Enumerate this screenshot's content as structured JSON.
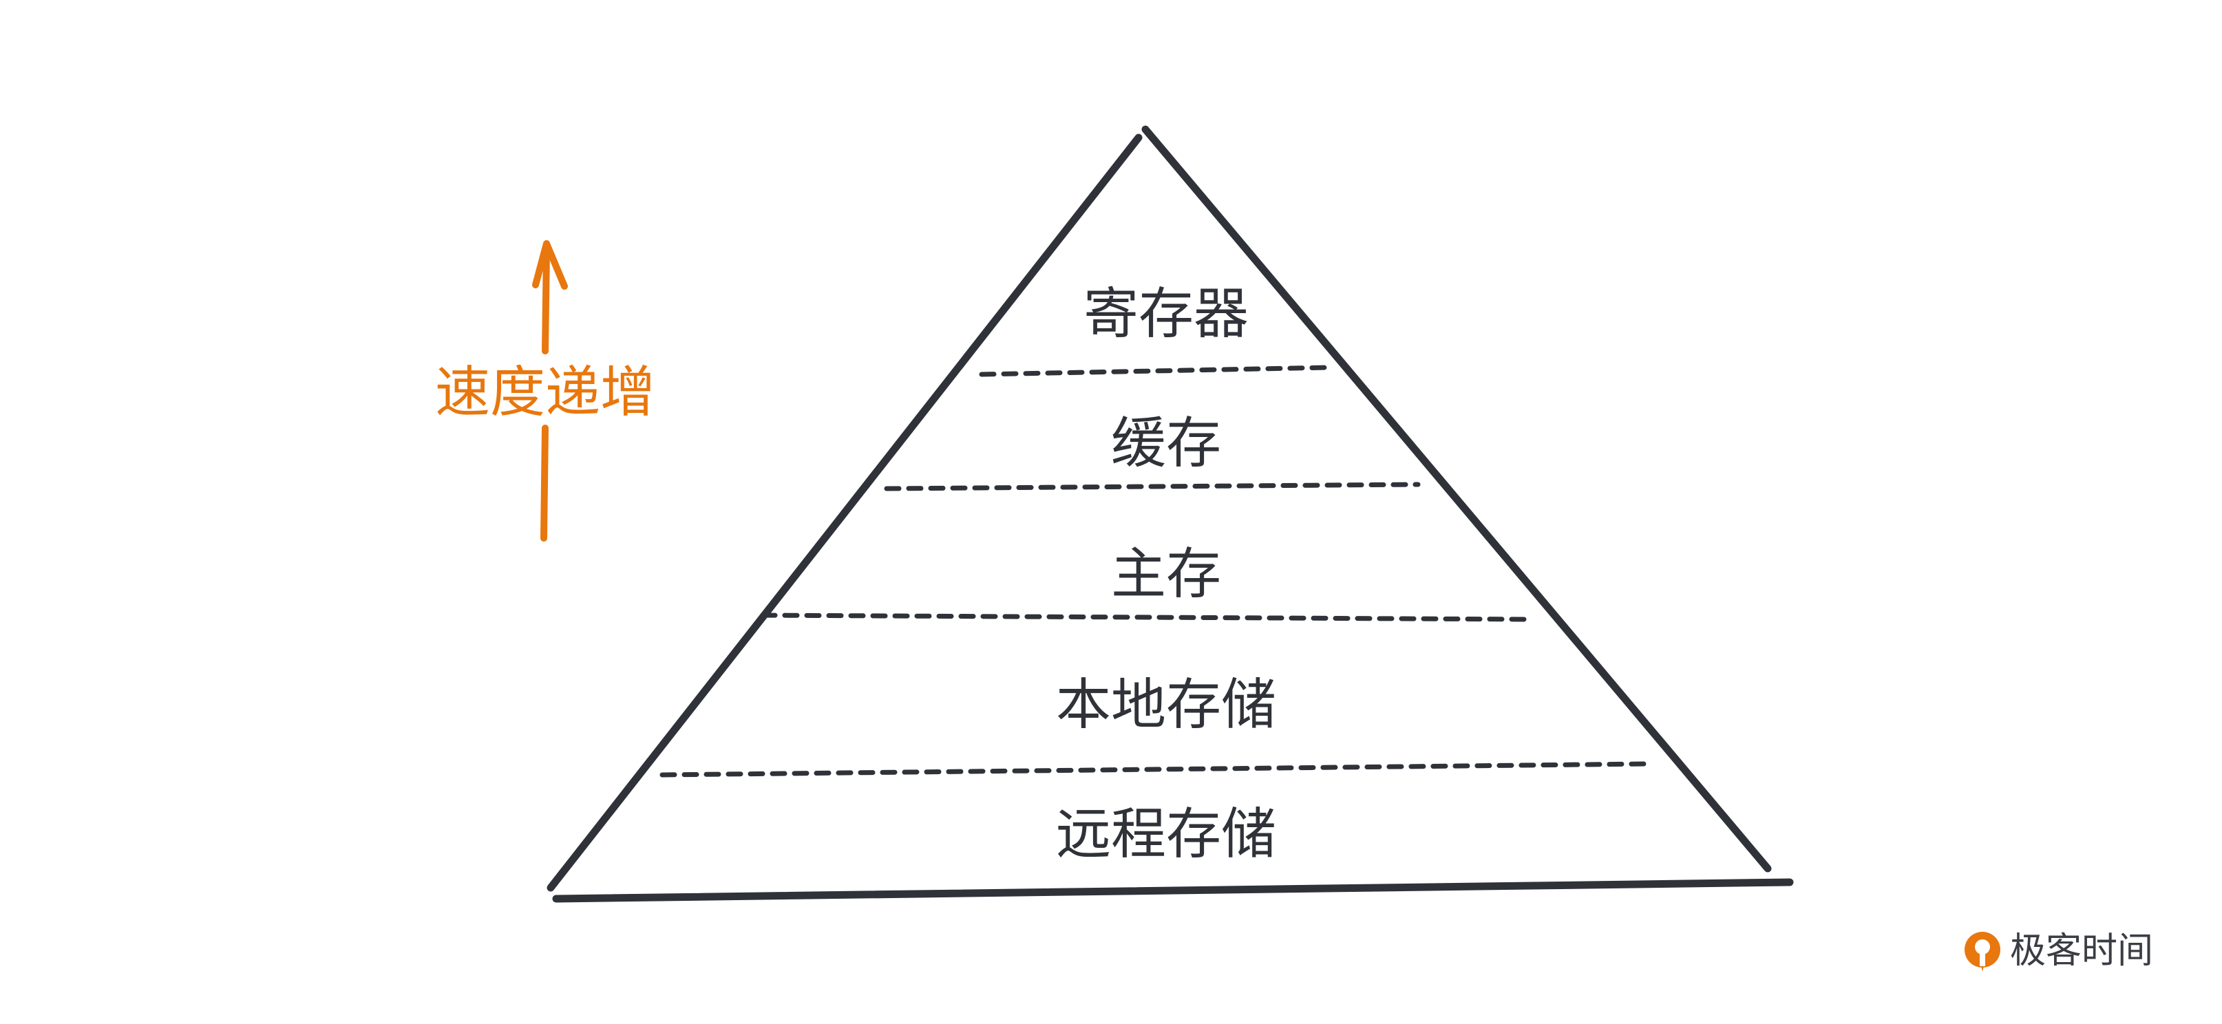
{
  "diagram": {
    "speed_label": "速度递增",
    "tiers": [
      {
        "label": "寄存器"
      },
      {
        "label": "缓存"
      },
      {
        "label": "主存"
      },
      {
        "label": "本地存储"
      },
      {
        "label": "远程存储"
      }
    ]
  },
  "brand": {
    "name": "极客时间",
    "logo_icon": "geektime-logo-icon"
  },
  "colors": {
    "accent": "#e8770e",
    "ink": "#2f3238"
  }
}
